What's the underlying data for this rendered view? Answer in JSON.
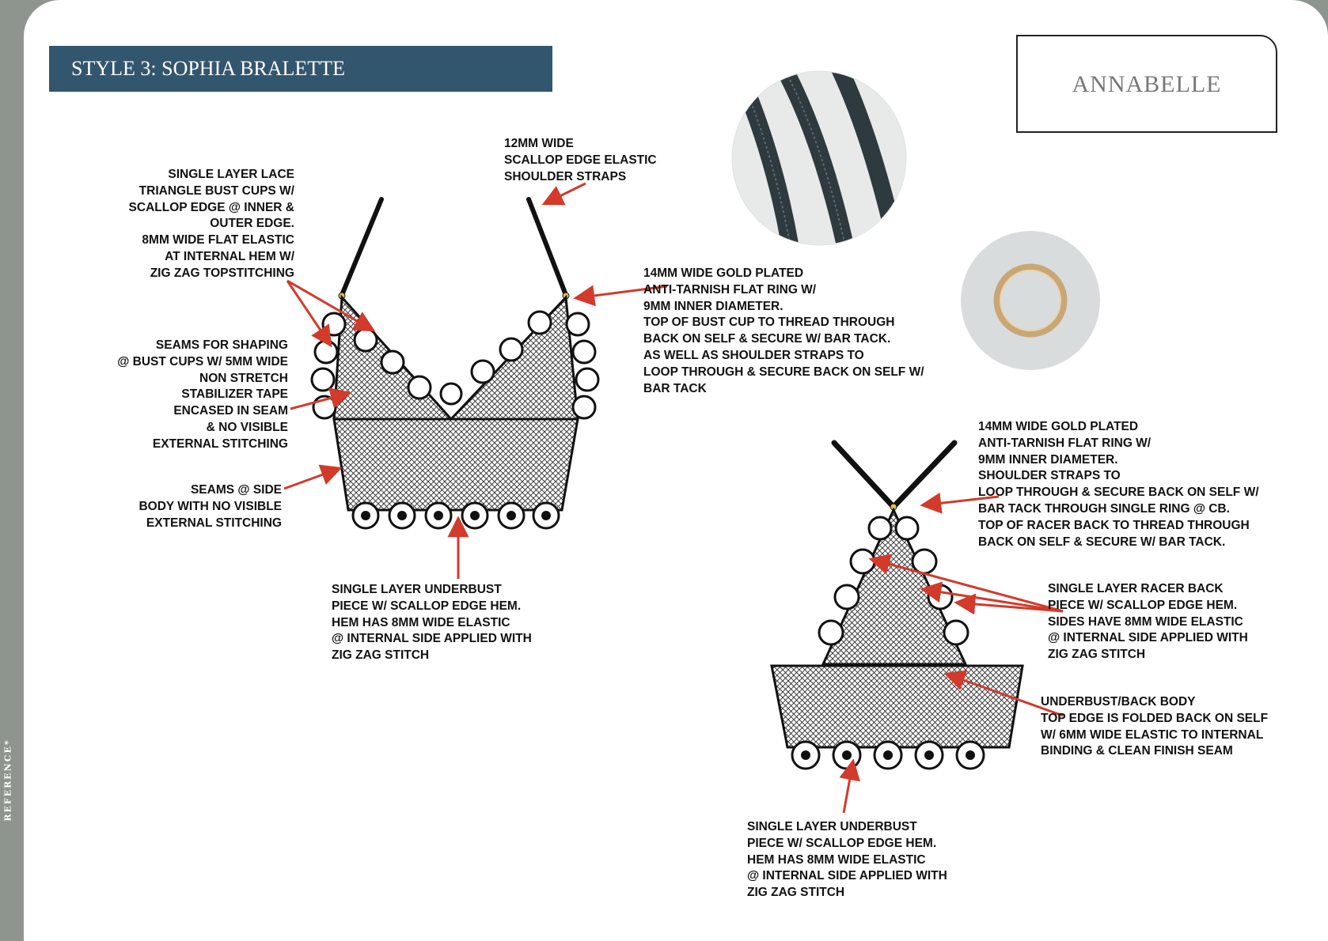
{
  "side_label": "REFERENCE*",
  "title": "STYLE 3: SOPHIA BRALETTE",
  "brand": "ANNABELLE",
  "colors": {
    "title_bar": "#33566f",
    "arrow": "#d23a2c",
    "border": "#8e958f"
  },
  "callouts": {
    "strap_elastic": "12MM WIDE\nSCALLOP EDGE ELASTIC\nSHOULDER STRAPS",
    "bust_cups": "SINGLE LAYER LACE\nTRIANGLE BUST CUPS W/\nSCALLOP EDGE @ INNER &\nOUTER EDGE.\n8MM WIDE FLAT ELASTIC\nAT INTERNAL HEM W/\nZIG ZAG TOPSTITCHING",
    "front_ring": "14MM WIDE GOLD PLATED\nANTI-TARNISH FLAT RING W/\n9MM INNER DIAMETER.\nTOP OF BUST CUP TO THREAD THROUGH\nBACK ON SELF & SECURE W/ BAR TACK.\nAS WELL AS SHOULDER STRAPS TO\nLOOP THROUGH & SECURE BACK ON SELF W/\nBAR TACK",
    "seams_shaping": "SEAMS FOR SHAPING\n@ BUST CUPS W/ 5MM WIDE\nNON STRETCH\nSTABILIZER TAPE\nENCASED IN SEAM\n& NO VISIBLE\nEXTERNAL STITCHING",
    "seams_side": "SEAMS @ SIDE\nBODY WITH NO VISIBLE\nEXTERNAL STITCHING",
    "front_underbust": "SINGLE LAYER UNDERBUST\nPIECE W/ SCALLOP EDGE HEM.\nHEM HAS 8MM WIDE ELASTIC\n@ INTERNAL SIDE APPLIED WITH\nZIG ZAG STITCH",
    "back_ring": "14MM WIDE GOLD PLATED\nANTI-TARNISH FLAT RING W/\n9MM INNER DIAMETER.\nSHOULDER STRAPS TO\nLOOP THROUGH & SECURE BACK ON SELF W/\nBAR TACK THROUGH SINGLE RING @ CB.\nTOP OF RACER BACK TO THREAD THROUGH\nBACK ON SELF & SECURE W/ BAR TACK.",
    "racer_back": "SINGLE LAYER RACER BACK\nPIECE W/ SCALLOP EDGE HEM.\nSIDES HAVE 8MM WIDE ELASTIC\n@ INTERNAL SIDE APPLIED WITH\nZIG ZAG STITCH",
    "back_body": "UNDERBUST/BACK BODY\nTOP EDGE IS FOLDED BACK ON SELF\nW/ 6MM WIDE ELASTIC TO INTERNAL\nBINDING & CLEAN FINISH SEAM",
    "back_underbust": "SINGLE LAYER UNDERBUST\nPIECE W/ SCALLOP EDGE HEM.\nHEM HAS 8MM WIDE ELASTIC\n@ INTERNAL SIDE APPLIED WITH\nZIG ZAG STITCH"
  }
}
